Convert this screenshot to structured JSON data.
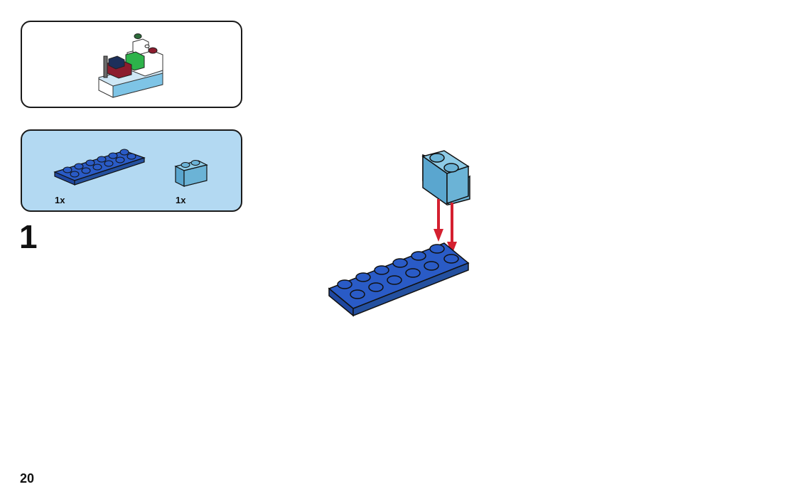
{
  "page": {
    "page_number": "20",
    "step_number": "1"
  },
  "parts_list": [
    {
      "name": "blue-plate-2x6",
      "quantity": "1x",
      "color": "#2a5bc6"
    },
    {
      "name": "medium-azure-brick-1x2",
      "quantity": "1x",
      "color": "#6bb3d6"
    }
  ],
  "colors": {
    "parts_panel_bg": "#b3d9f2",
    "arrow": "#d42030",
    "blue_plate": "#2a5bc6",
    "azure_brick": "#6bb3d6"
  }
}
